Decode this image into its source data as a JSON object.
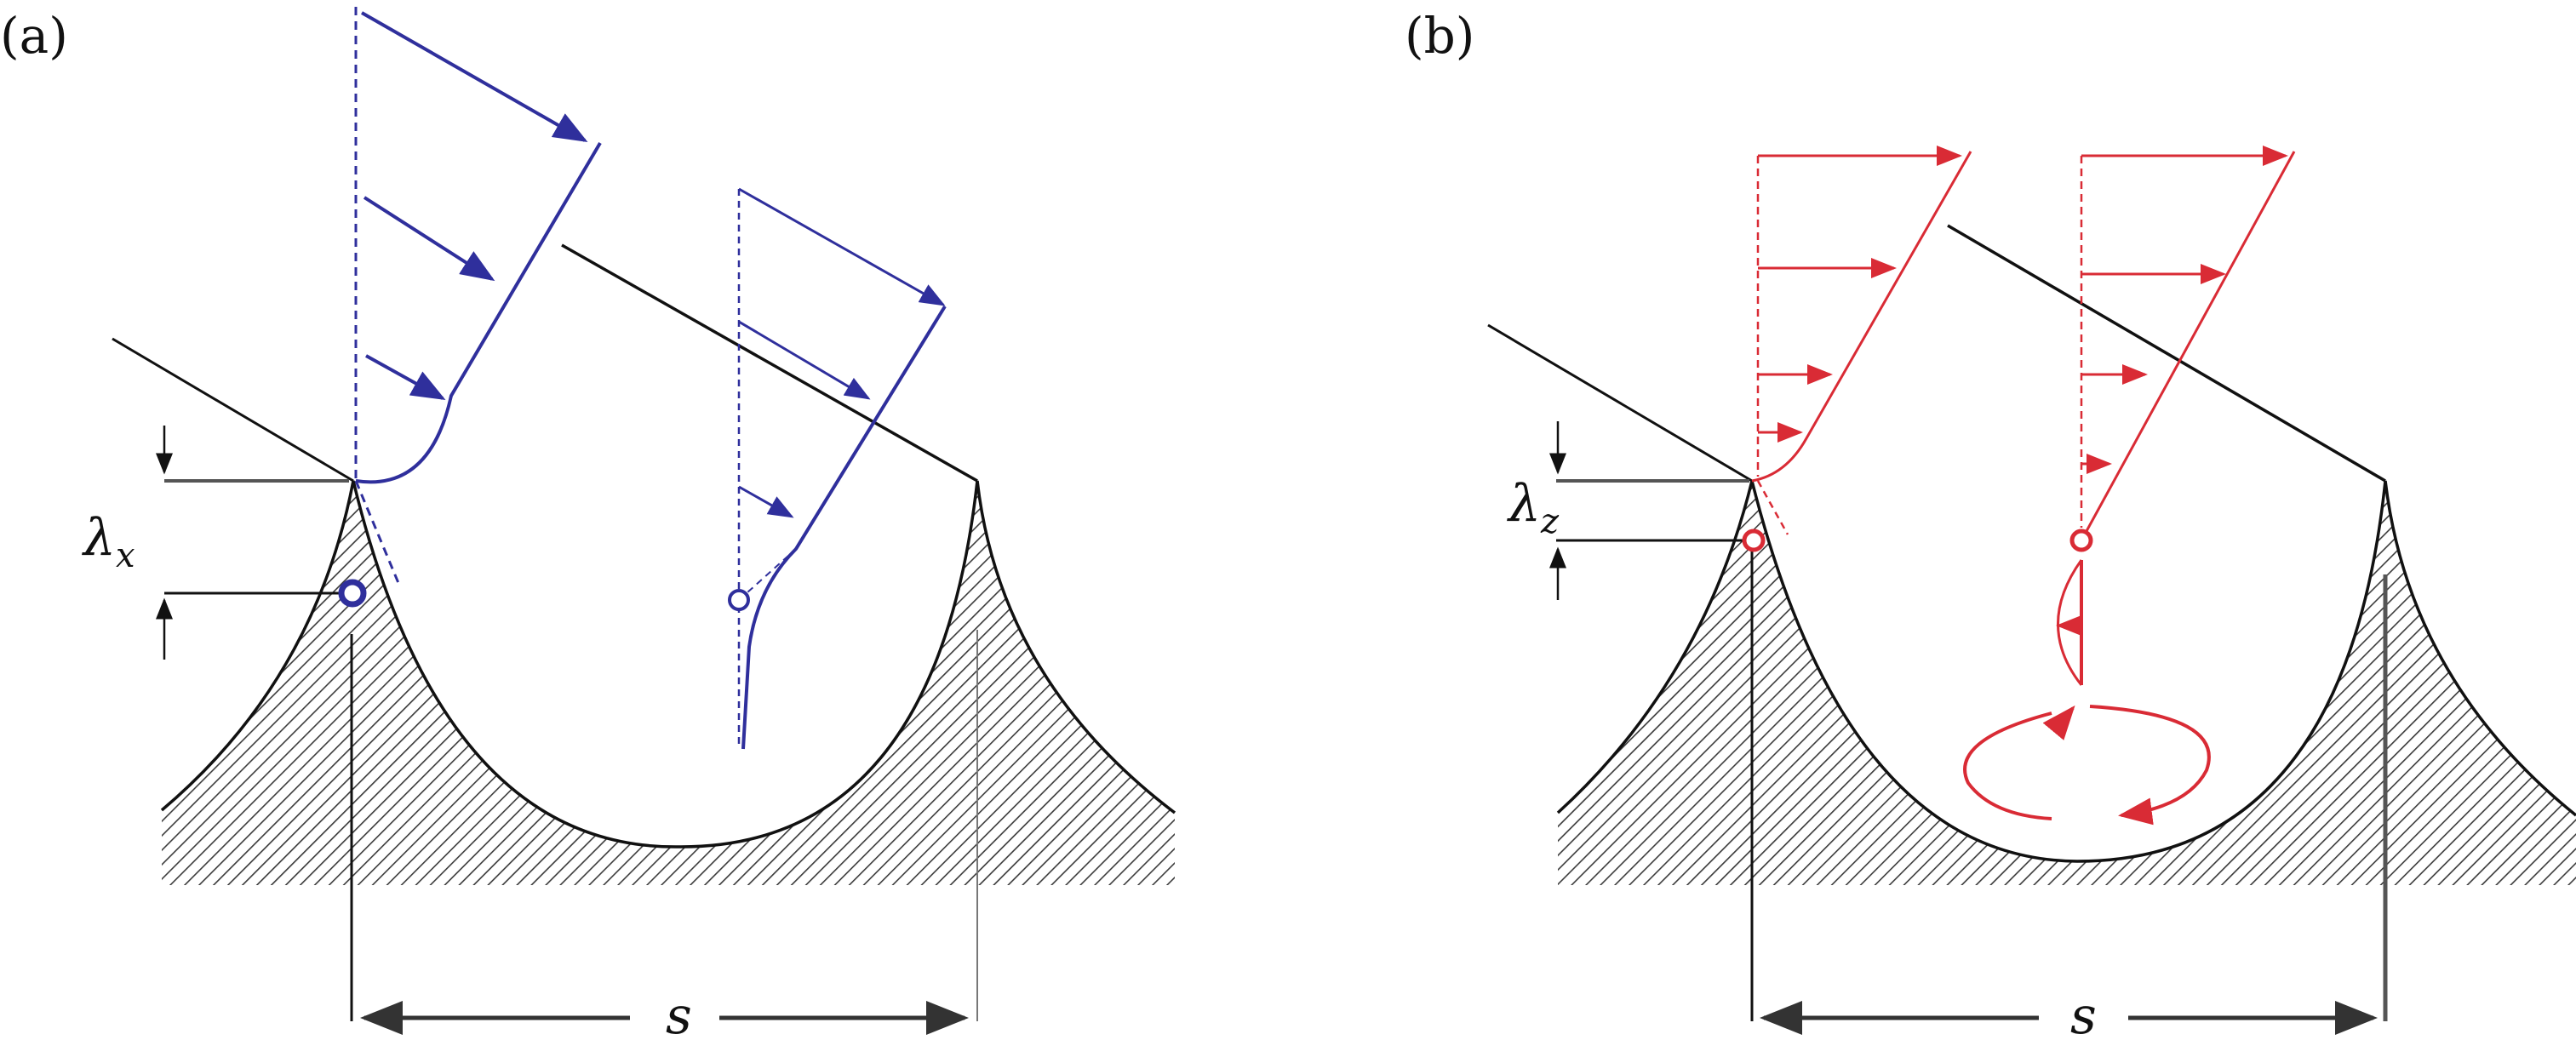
{
  "panel_a": {
    "label": "(a)",
    "lambda_symbol": "λ",
    "lambda_sub": "x",
    "spacing_label": "s",
    "color": "#2f2f9c"
  },
  "panel_b": {
    "label": "(b)",
    "lambda_symbol": "λ",
    "lambda_sub": "z",
    "spacing_label": "s",
    "color": "#d92b35"
  },
  "wall_color": "#111111",
  "hatch_color": "#3a3a3a"
}
